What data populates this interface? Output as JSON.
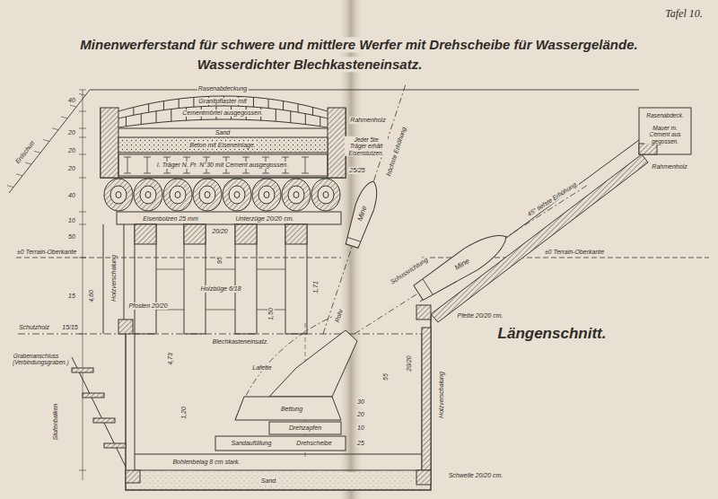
{
  "diagram": {
    "title": "Minenwerferstand für schwere und mittlere Werfer mit Drehscheibe für Wassergelände.",
    "nodes": [
      {
        "text": [
          "Mine"
        ]
      },
      {
        "text": [
          "Mine"
        ]
      }
    ],
    "labels": [
      "Tafel 10.",
      "Wasserdichter Blechkasteneinsatz.",
      "Rasenabdeckung",
      "Granitpflaster mit",
      "Cementmörtel ausgegossen.",
      "Sand",
      "Beton mit Eiseneinlage.",
      "I. Träger N. Pr. N°30 mit Cement ausgegossen.",
      "Rahmenholz",
      "Jeder 5te Träger erhält Eisenstutzen.",
      "25/25",
      "Eisenbolzen 25 mm",
      "Unterzüge 20/20 cm.",
      "20/20",
      "Holzbüge 6/18",
      "Pfosten 20/20",
      "Holzverschalung",
      "Erdschutt",
      "±0 Terrain-Oberkante",
      "±0 Terrain-Oberkante",
      "Schutzholz",
      "15/15",
      "Grabenanschluss (Verbindungsgraben.)",
      "Stufenbalken",
      "Blechkasteneinsatz.",
      "Lafette",
      "Bettung",
      "Drehzapfen",
      "Drehscheibe",
      "Sandaufüllung",
      "Bohlenbelag 8 cm stark.",
      "Sand.",
      "Schwelle 20/20 cm.",
      "Pfette 20/20 cm.",
      "Holzverschalung",
      "20/20",
      "Rasenabdeck.",
      "Mauer m. Cement aus gegossen.",
      "Rahmenholz",
      "höchste Erhöhung.",
      "45° tiefste Erhöhung.",
      "Schussrichtung",
      "Rohr",
      "Längenschnitt.",
      "40",
      "20",
      "20",
      "20",
      "40",
      "10",
      "50",
      "15",
      "95",
      "4,60",
      "4,73",
      "1,20",
      "1,50",
      "1,71",
      "55",
      "30",
      "20",
      "10",
      "25"
    ]
  }
}
